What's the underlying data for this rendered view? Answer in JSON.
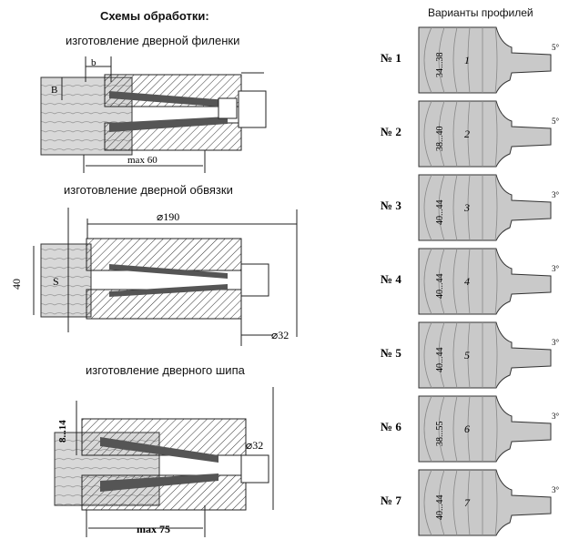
{
  "left_title": "Схемы обработки:",
  "right_title": "Варианты профилей",
  "scheme1": {
    "caption": "изготовление дверной филенки",
    "label_b": "b",
    "label_B": "B",
    "dim": "max 60"
  },
  "scheme2": {
    "caption": "изготовление дверной обвязки",
    "dia_big": "⌀190",
    "dia_small": "⌀32",
    "height": "40",
    "label_S": "S"
  },
  "scheme3": {
    "caption": "изготовление дверного шипа",
    "dia_small": "⌀32",
    "height": "8...14",
    "dim": "max 75"
  },
  "profiles": [
    {
      "label": "№ 1",
      "dims": "34...38",
      "num": "1",
      "angle": "5°"
    },
    {
      "label": "№ 2",
      "dims": "38...40",
      "num": "2",
      "angle": "5°"
    },
    {
      "label": "№ 3",
      "dims": "40...44",
      "num": "3",
      "angle": "3°"
    },
    {
      "label": "№ 4",
      "dims": "40...44",
      "num": "4",
      "angle": "3°"
    },
    {
      "label": "№ 5",
      "dims": "40...44",
      "num": "5",
      "angle": "3°"
    },
    {
      "label": "№ 6",
      "dims": "38...55",
      "num": "6",
      "angle": "3°"
    },
    {
      "label": "№ 7",
      "dims": "40...44",
      "num": "7",
      "angle": "3°"
    }
  ]
}
